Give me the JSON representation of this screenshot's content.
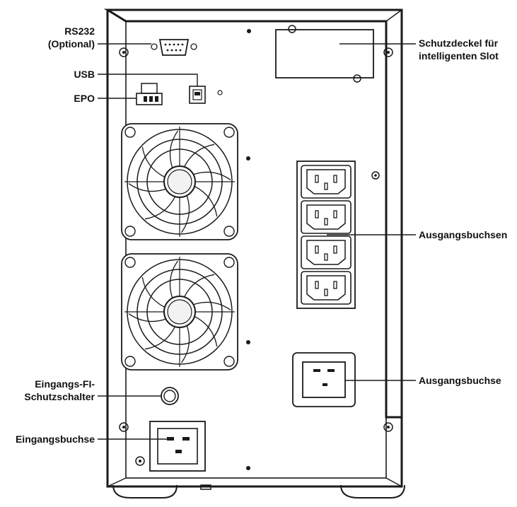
{
  "labels": {
    "rs232_line1": "RS232",
    "rs232_line2": "(Optional)",
    "usb": "USB",
    "epo": "EPO",
    "slot_cover_line1": "Schutzdeckel für",
    "slot_cover_line2": "intelligenten Slot",
    "output_sockets": "Ausgangsbuchsen",
    "output_socket": "Ausgangsbuchse",
    "input_breaker_line1": "Eingangs-FI-",
    "input_breaker_line2": "Schutzschalter",
    "input_socket": "Eingangsbuchse"
  },
  "colors": {
    "ink": "#1a1a1a",
    "background": "#ffffff"
  },
  "components": {
    "fan_count": 2,
    "output_socket_count": 4
  }
}
